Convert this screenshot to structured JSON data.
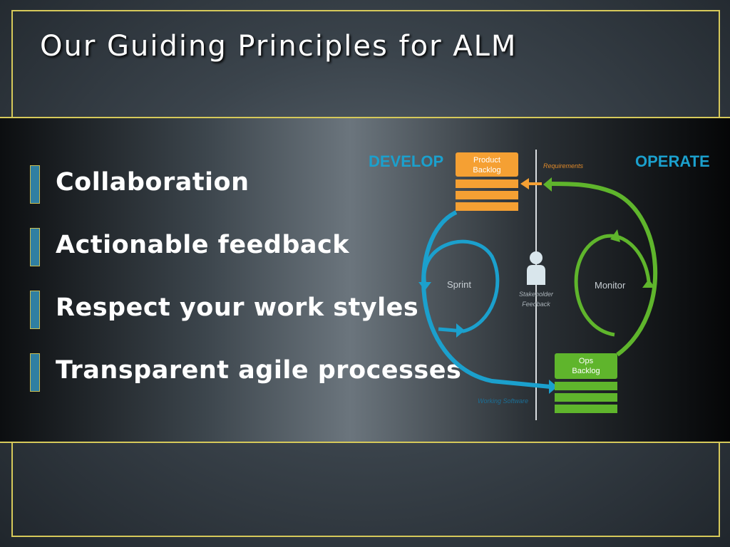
{
  "slide": {
    "title": "Our Guiding Principles for ALM",
    "bullets": [
      "Collaboration",
      "Actionable feedback",
      "Respect your work styles",
      "Transparent agile processes"
    ]
  },
  "diagram": {
    "develop_label": "DEVELOP",
    "operate_label": "OPERATE",
    "product_backlog": [
      "Product",
      "Backlog"
    ],
    "ops_backlog": [
      "Ops",
      "Backlog"
    ],
    "requirements_label": "Requirements",
    "sprint_label": "Sprint",
    "monitor_label": "Monitor",
    "stakeholder_feedback": [
      "Stakeholder",
      "Feedback"
    ],
    "working_software_label": "Working Software",
    "icons": [
      "person-icon",
      "arrow-icon"
    ],
    "colors": {
      "develop": "#1ba0cd",
      "operate": "#5fb52c",
      "backlog_orange": "#f5a033",
      "frame_gold": "#d6c95a",
      "bullet_blue": "#2f7fa2"
    }
  }
}
